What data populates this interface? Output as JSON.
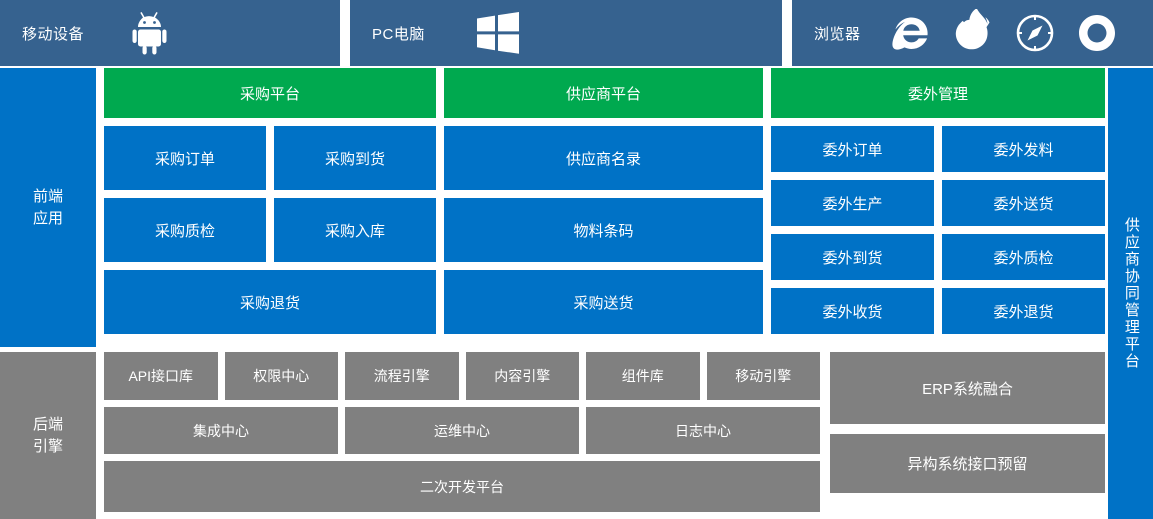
{
  "topbar": {
    "segments": [
      {
        "label": "移动设备",
        "icons": [
          {
            "name": "android-icon"
          }
        ]
      },
      {
        "label": "PC电脑",
        "icons": [
          {
            "name": "windows-icon"
          }
        ]
      },
      {
        "label": "浏览器",
        "icons": [
          {
            "name": "internet-explorer-icon"
          },
          {
            "name": "firefox-icon"
          },
          {
            "name": "safari-icon"
          },
          {
            "name": "chrome-icon"
          }
        ]
      }
    ]
  },
  "sidebars": {
    "frontend_label_line1": "前端",
    "frontend_label_line2": "应用",
    "backend_label_line1": "后端",
    "backend_label_line2": "引擎",
    "right_platform_label": "供应商协同管理平台"
  },
  "frontend": {
    "columns": [
      {
        "header": "采购平台",
        "rows": [
          [
            "采购订单",
            "采购到货"
          ],
          [
            "采购质检",
            "采购入库"
          ],
          [
            "采购退货"
          ]
        ]
      },
      {
        "header": "供应商平台",
        "rows": [
          [
            "供应商名录"
          ],
          [
            "物料条码"
          ],
          [
            "采购送货"
          ]
        ]
      },
      {
        "header": "委外管理",
        "rows": [
          [
            "委外订单",
            "委外发料"
          ],
          [
            "委外生产",
            "委外送货"
          ],
          [
            "委外到货",
            "委外质检"
          ],
          [
            "委外收货",
            "委外退货"
          ]
        ]
      }
    ]
  },
  "backend": {
    "left_rows": [
      [
        "API接口库",
        "权限中心",
        "流程引擎",
        "内容引擎",
        "组件库",
        "移动引擎"
      ],
      [
        "集成中心",
        "运维中心",
        "日志中心"
      ],
      [
        "二次开发平台"
      ]
    ],
    "right_boxes": [
      "ERP系统融合",
      "异构系统接口预留"
    ]
  },
  "colors": {
    "topbar": "#36628F",
    "blue": "#0072C6",
    "green": "#00A94F",
    "gray": "#808080",
    "white": "#FFFFFF"
  }
}
